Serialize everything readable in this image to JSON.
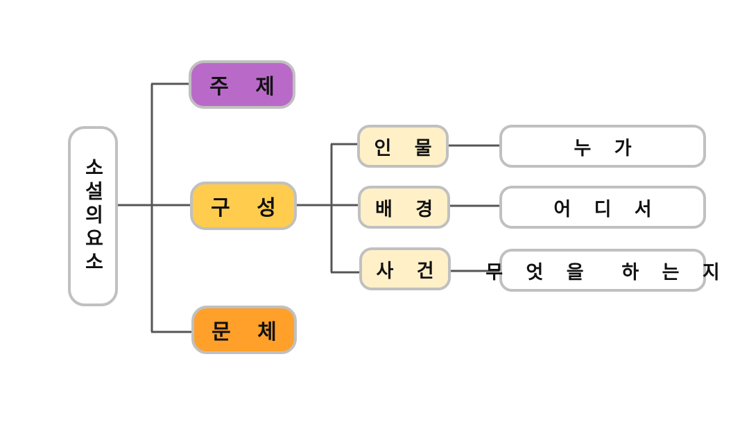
{
  "root": {
    "label": "소설의요소"
  },
  "branches": [
    {
      "label": "주 제",
      "color": "#b96ac9"
    },
    {
      "label": "구 성",
      "color": "#ffcc4d"
    },
    {
      "label": "문 체",
      "color": "#ffa02a"
    }
  ],
  "sub_branches": [
    {
      "label": "인 물",
      "leaf": "누 가"
    },
    {
      "label": "배 경",
      "leaf": "어 디 서"
    },
    {
      "label": "사 건",
      "leaf": "무 엇 을  하 는 지"
    }
  ],
  "colors": {
    "sub_fill": "#fff0c8",
    "border": "#c0c0c0",
    "connector": "#555555"
  }
}
